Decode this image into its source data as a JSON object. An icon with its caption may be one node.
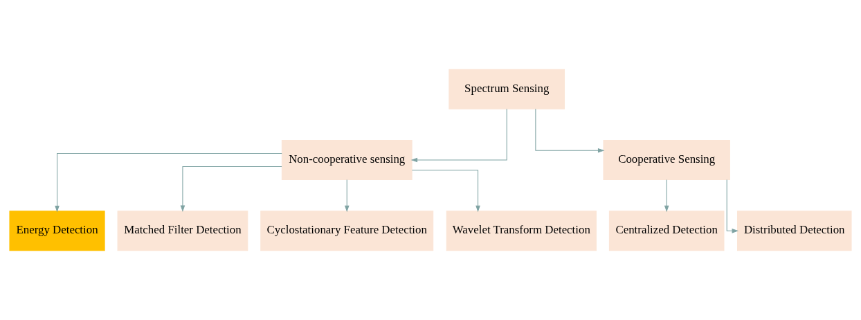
{
  "diagram": {
    "nodes": [
      {
        "text": [
          "Spectrum Sensing"
        ]
      },
      {
        "text": [
          "Non-cooperative sensing"
        ]
      },
      {
        "text": [
          "Cooperative Sensing"
        ]
      },
      {
        "text": [
          "Energy Detection"
        ]
      },
      {
        "text": [
          "Matched Filter Detection"
        ]
      },
      {
        "text": [
          "Cyclostationary Feature Detection"
        ]
      },
      {
        "text": [
          "Wavelet Transform Detection"
        ]
      },
      {
        "text": [
          "Centralized Detection"
        ]
      },
      {
        "text": [
          "Distributed Detection"
        ]
      }
    ],
    "edges": [
      {
        "from": 0,
        "to": 1,
        "arrow": "to"
      },
      {
        "from": 0,
        "to": 2,
        "arrow": "to"
      },
      {
        "from": 1,
        "to": 3,
        "arrow": "to"
      },
      {
        "from": 1,
        "to": 4,
        "arrow": "to"
      },
      {
        "from": 1,
        "to": 5,
        "arrow": "to"
      },
      {
        "from": 1,
        "to": 6,
        "arrow": "to"
      },
      {
        "from": 2,
        "to": 7,
        "arrow": "to"
      },
      {
        "from": 2,
        "to": 8,
        "arrow": "to"
      }
    ]
  }
}
